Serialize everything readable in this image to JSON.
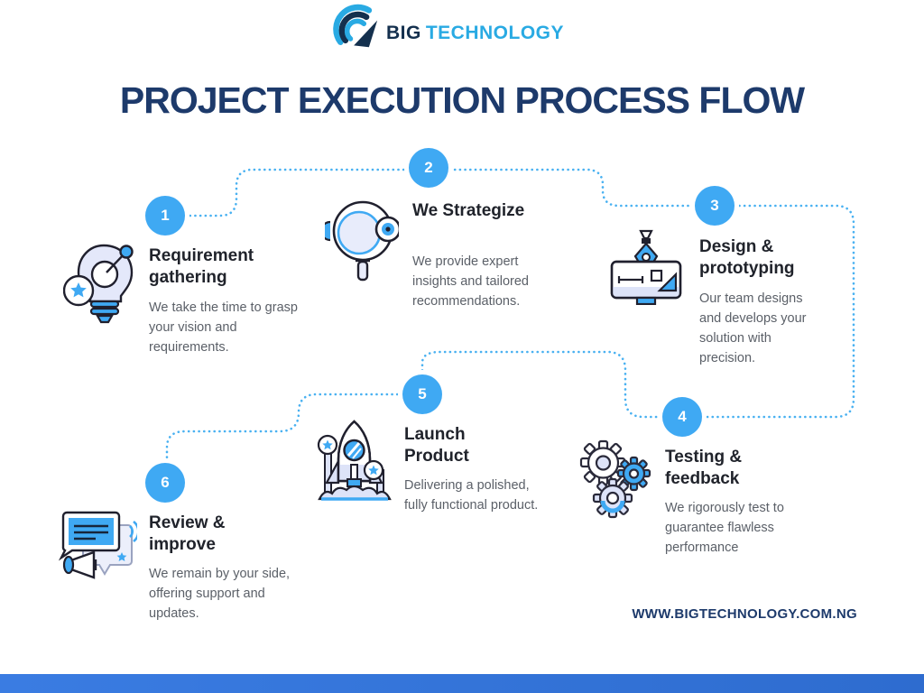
{
  "brand": {
    "name_bold": "BIG",
    "name_light": "TECHNOLOGY"
  },
  "title": "PROJECT EXECUTION PROCESS FLOW",
  "steps": [
    {
      "number": "1",
      "title": "Requirement gathering",
      "description": "We take the time to grasp your vision and requirements.",
      "icon": "lightbulb-idea-icon"
    },
    {
      "number": "2",
      "title": "We Strategize",
      "description": "We provide expert insights and tailored recommendations.",
      "icon": "magnifier-icon"
    },
    {
      "number": "3",
      "title": "Design & prototyping",
      "description": "Our team designs and develops your solution with precision.",
      "icon": "design-monitor-icon"
    },
    {
      "number": "4",
      "title": "Testing & feedback",
      "description": "We rigorously test to guarantee flawless performance",
      "icon": "gears-icon"
    },
    {
      "number": "5",
      "title": "Launch Product",
      "description": "Delivering a polished, fully functional product.",
      "icon": "rocket-icon"
    },
    {
      "number": "6",
      "title": "Review & improve",
      "description": "We remain by your side, offering support and updates.",
      "icon": "feedback-megaphone-icon"
    }
  ],
  "footer": {
    "website": "WWW.BIGTECHNOLOGY.COM.NG"
  },
  "colors": {
    "navy": "#1d3a6b",
    "logo_dark": "#14304e",
    "logo_light": "#29aae3",
    "accent_blue": "#3fa9f3",
    "dotted_line": "#49b1f1",
    "step_title": "#20232b",
    "body_text": "#5b6068",
    "icon_lavender": "#dde3f8",
    "footer_bar": "#3377dd"
  }
}
